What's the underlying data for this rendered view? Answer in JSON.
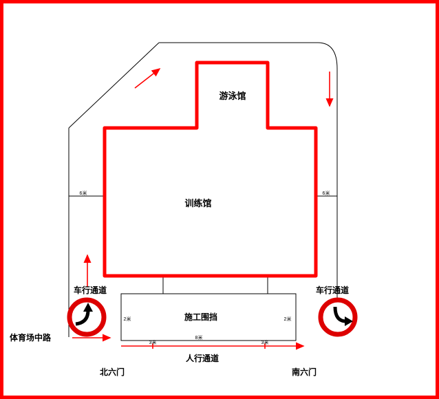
{
  "diagram": {
    "pool_label": "游泳馆",
    "training_hall_label": "训练馆",
    "vehicle_lane_left": "车行通道",
    "vehicle_lane_right": "车行通道",
    "stadium_middle_road": "体育场中路",
    "construction_fence": "施工围挡",
    "pedestrian_lane": "人行通道",
    "north_gate": "北六门",
    "south_gate": "南六门",
    "dims": {
      "left_road_width": "6米",
      "right_road_width": "6米",
      "fence_left": "2米",
      "fence_right": "2米",
      "walk_left": "3米",
      "walk_center": "8米",
      "walk_right": "3米"
    },
    "colors": {
      "frame_border": "#ff0000",
      "building_stroke": "#ff0000",
      "road_stroke": "#000000",
      "arrow": "#ff0000",
      "sign_ring": "#dd0000",
      "sign_arrow": "#000000",
      "background": "#ffffff"
    }
  }
}
